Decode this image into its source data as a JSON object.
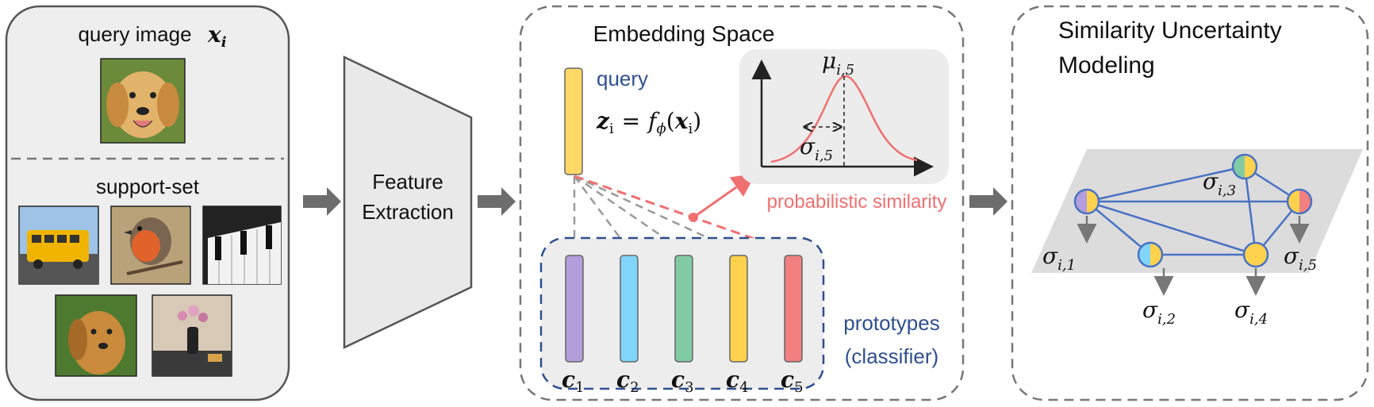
{
  "input_panel": {
    "query_label": "query image",
    "query_symbol": "x",
    "query_subscript": "i",
    "support_label": "support-set",
    "query_photo": "dog",
    "support_photos": [
      "school-bus",
      "robin-bird",
      "piano-keys",
      "golden-retriever",
      "vase-table"
    ]
  },
  "feature_extraction": {
    "line1": "Feature",
    "line2": "Extraction"
  },
  "embedding": {
    "title": "Embedding Space",
    "query_label": "query",
    "equation": {
      "lhs": "z",
      "lhs_sub": "i",
      "eq": "=",
      "f": "f",
      "f_sub": "ϕ",
      "arg": "x",
      "arg_sub": "i"
    },
    "mu_symbol": "μ",
    "mu_sub": "i,5",
    "sigma_symbol": "σ",
    "sigma_sub": "i,5",
    "similarity_label": "probabilistic similarity",
    "prototypes_line1": "prototypes",
    "prototypes_line2": "(classifier)",
    "prototypes": [
      {
        "symbol": "c",
        "sub": "1",
        "color": "#b39ddb"
      },
      {
        "symbol": "c",
        "sub": "2",
        "color": "#81d4fa"
      },
      {
        "symbol": "c",
        "sub": "3",
        "color": "#80cba4"
      },
      {
        "symbol": "c",
        "sub": "4",
        "color": "#ffd24d"
      },
      {
        "symbol": "c",
        "sub": "5",
        "color": "#f28080"
      }
    ],
    "query_bar_color": "#ffd866"
  },
  "uncertainty": {
    "title_line1": "Similarity Uncertainty",
    "title_line2": "Modeling",
    "sigmas": [
      {
        "symbol": "σ",
        "sub": "i,1"
      },
      {
        "symbol": "σ",
        "sub": "i,2"
      },
      {
        "symbol": "σ",
        "sub": "i,3"
      },
      {
        "symbol": "σ",
        "sub": "i,4"
      },
      {
        "symbol": "σ",
        "sub": "i,5"
      }
    ]
  },
  "colors": {
    "accent_blue": "#2f4f8f",
    "accent_red": "#f07070",
    "graph_edge": "#4a72c4",
    "panel_gray": "#eeeeee"
  }
}
